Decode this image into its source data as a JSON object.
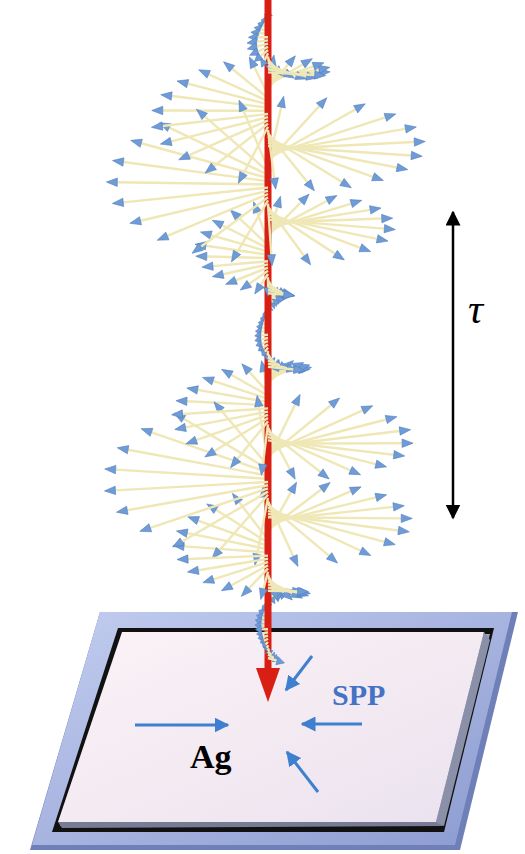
{
  "diagram": {
    "labels": [
      "τ",
      "SPP",
      "Ag"
    ]
  }
}
